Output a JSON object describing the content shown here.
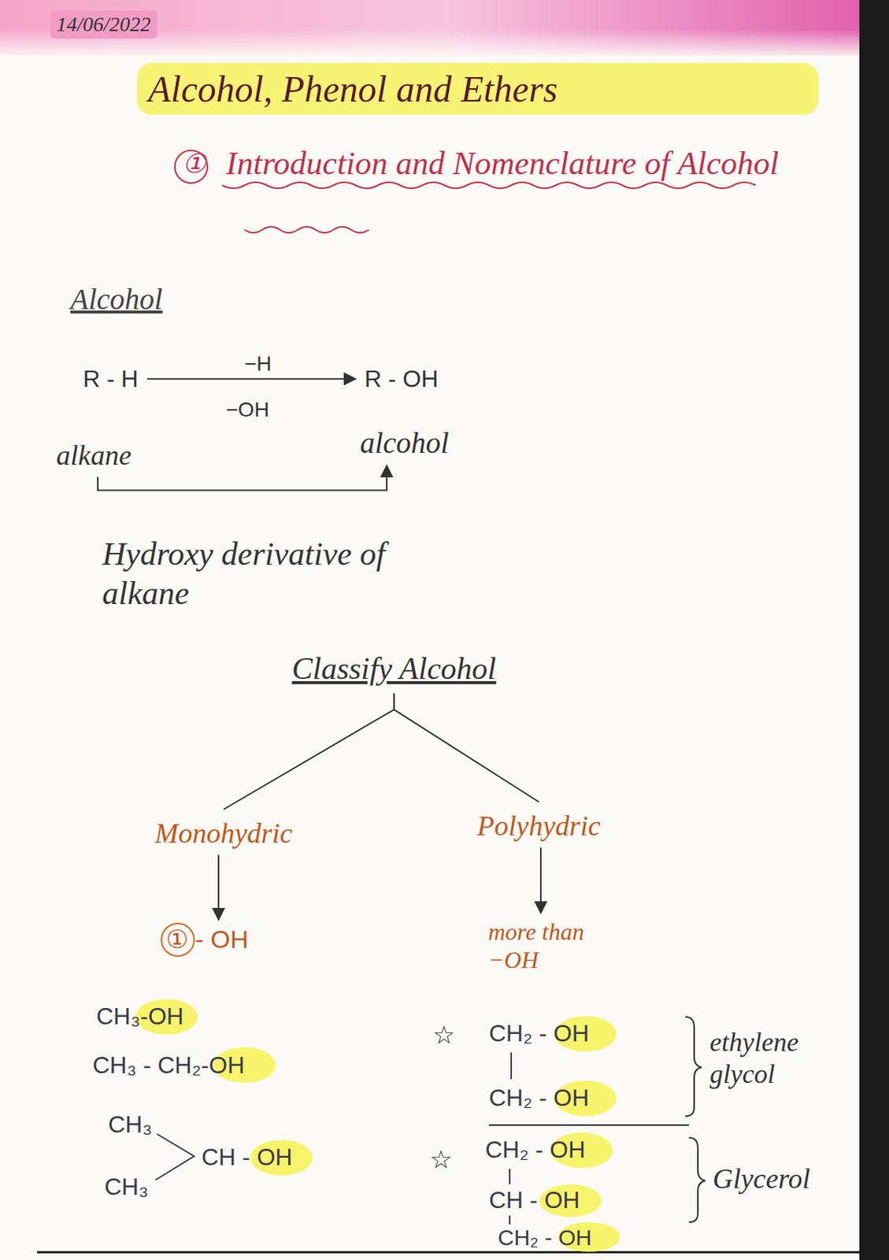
{
  "diagram": {
    "title": "Alcohol, Phenol and Ethers",
    "nodes": [
      {
        "text": [
          "R - H"
        ]
      },
      {
        "text": [
          "R - OH"
        ]
      },
      {
        "text": [
          "alkane"
        ]
      },
      {
        "text": [
          "alcohol"
        ]
      },
      {
        "text": [
          "Classify Alcohol"
        ]
      },
      {
        "text": [
          "Monohydric"
        ]
      },
      {
        "text": [
          "Polyhydric"
        ]
      },
      {
        "text": [
          "① - OH"
        ]
      },
      {
        "text": [
          "more than −OH"
        ]
      }
    ],
    "edges": [
      {
        "from": 0,
        "to": 1,
        "arrow": "to"
      },
      {
        "from": 2,
        "to": 3,
        "arrow": "to"
      },
      {
        "from": 4,
        "to": 5,
        "arrow": "none"
      },
      {
        "from": 4,
        "to": 6,
        "arrow": "none"
      },
      {
        "from": 5,
        "to": 7,
        "arrow": "to"
      },
      {
        "from": 6,
        "to": 8,
        "arrow": "to"
      }
    ],
    "labels": [
      "14/06/2022",
      "①",
      "Introduction and Nomenclature of Alcohol",
      "Alcohol",
      "−H",
      "−OH",
      "Hydroxy derivative of alkane",
      "CH₃-OH",
      "CH₃ - CH₂-OH",
      "CH₃",
      "CH - OH",
      "CH₃",
      "CH₂ - OH",
      "CH₂ - OH",
      "ethylene glycol",
      "CH₂ - OH",
      "CH - OH",
      "CH₂ - OH",
      "Glycerol"
    ]
  }
}
